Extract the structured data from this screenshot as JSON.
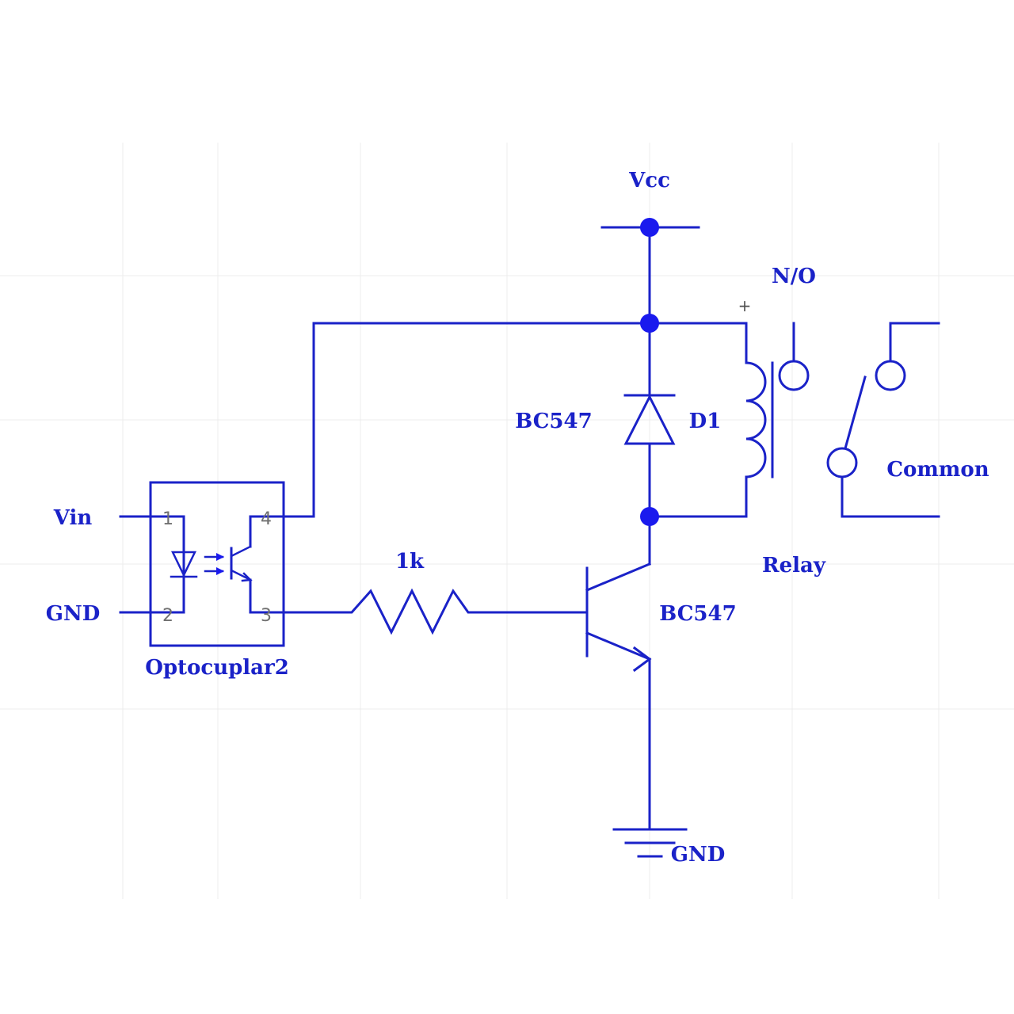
{
  "labels": {
    "vcc": "Vcc",
    "no": "N/O",
    "plus": "+",
    "bc547_top": "BC547",
    "d1": "D1",
    "common": "Common",
    "vin": "Vin",
    "gnd_left": "GND",
    "r_value": "1k",
    "relay": "Relay",
    "bc547_transistor": "BC547",
    "optocoupler": "Optocuplar2",
    "gnd_bottom": "GND"
  },
  "pins": {
    "p1": "1",
    "p2": "2",
    "p3": "3",
    "p4": "4"
  },
  "colors": {
    "wire": "#1a22c8",
    "node": "#1a1aee",
    "pin_text": "#707070"
  }
}
